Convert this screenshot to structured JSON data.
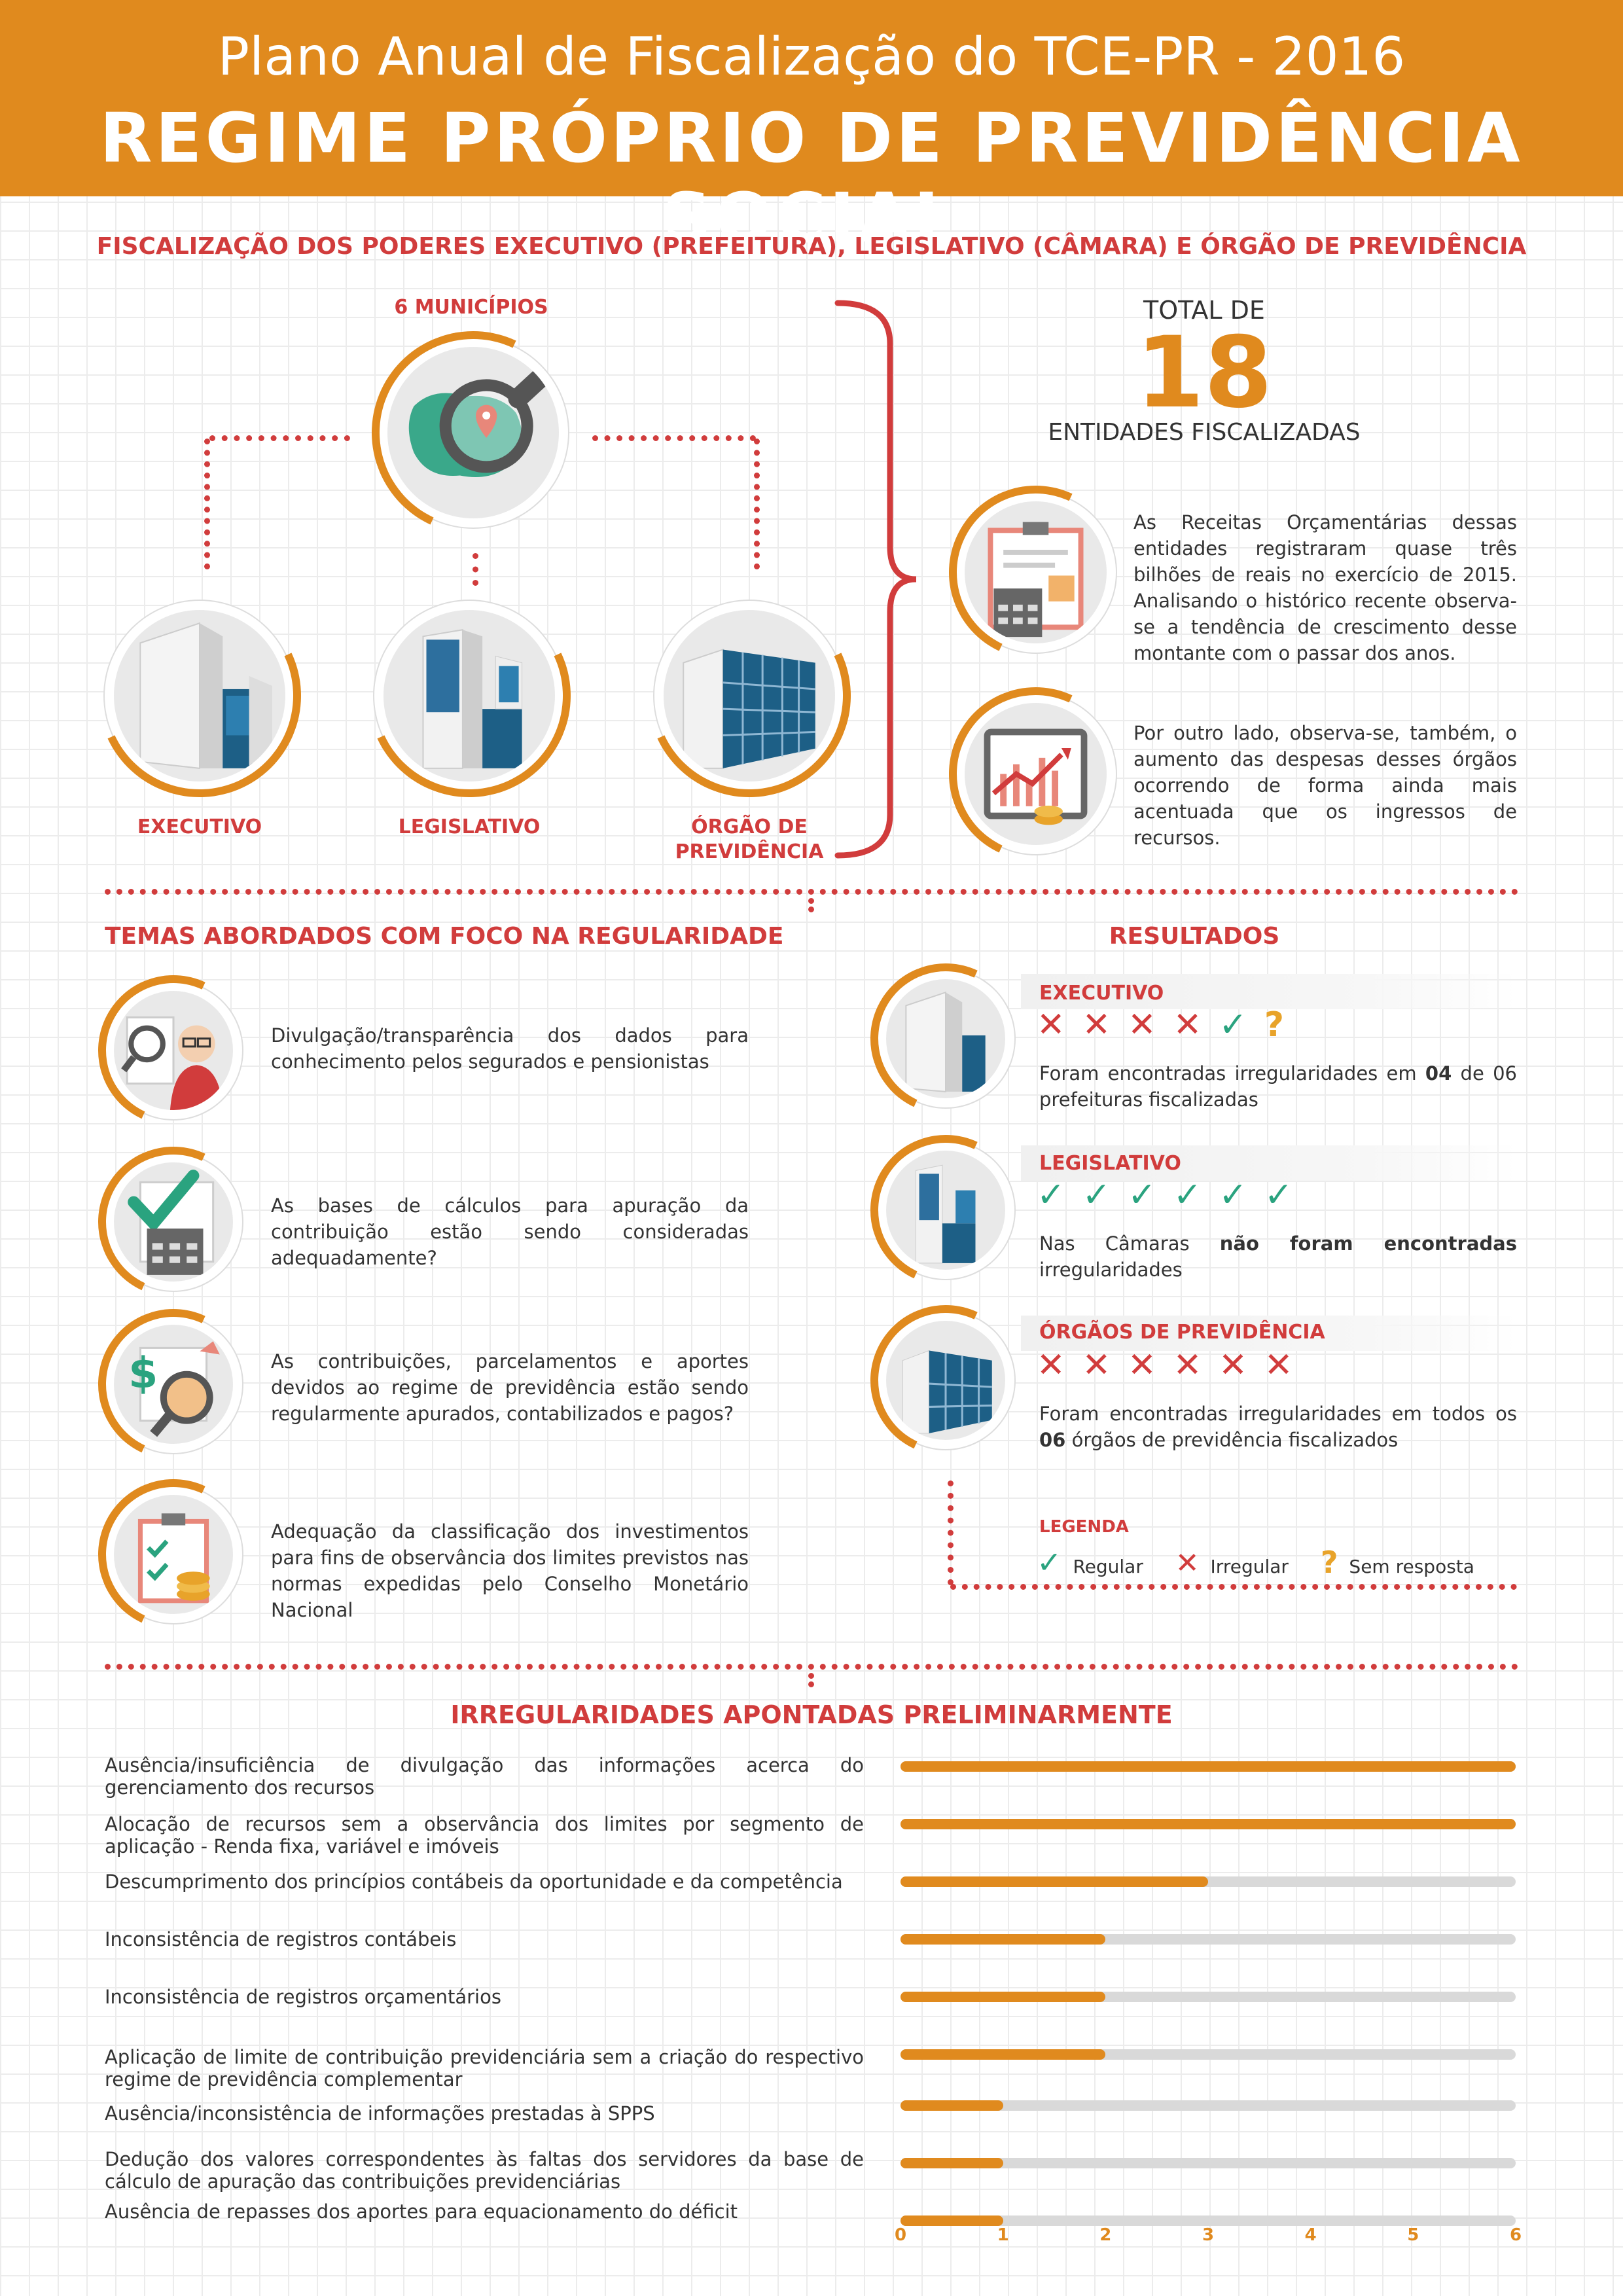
{
  "header": {
    "subtitle": "Plano Anual de Fiscalização do TCE-PR - 2016",
    "title": "REGIME PRÓPRIO DE PREVIDÊNCIA SOCIAL"
  },
  "fiscalizacao": {
    "title": "FISCALIZAÇÃO DOS PODERES EXECUTIVO (PREFEITURA), LEGISLATIVO (CÂMARA) E ÓRGÃO DE PREVIDÊNCIA",
    "municipios": "6 MUNICÍPIOS",
    "executivo": "EXECUTIVO",
    "legislativo": "LEGISLATIVO",
    "orgao_l1": "ÓRGÃO DE",
    "orgao_l2": "PREVIDÊNCIA",
    "total_label": "TOTAL DE",
    "total_value": "18",
    "total_caption": "ENTIDADES FISCALIZADAS",
    "text_receitas": "As Receitas Orçamentárias dessas entidades registraram quase três bilhões de reais no exercício de 2015. Analisando o histórico recente observa-se a tendência de crescimento desse montante com o passar dos anos.",
    "text_despesas": "Por outro lado, observa-se, também, o aumento das despesas desses órgãos ocorrendo de forma ainda mais acentuada que os ingressos de recursos."
  },
  "temas": {
    "title": "TEMAS ABORDADOS COM FOCO NA REGULARIDADE",
    "items": [
      "Divulgação/transparência dos dados para conhecimento pelos segurados e pensionistas",
      "As bases de cálculos para apuração da contribuição estão sendo consideradas adequadamente?",
      "As contribuições, parcelamentos e aportes devidos ao regime de previdência estão sendo regularmente apurados, contabilizados e pagos?",
      "Adequação da classificação dos investimentos para fins de observância dos limites previstos nas normas expedidas pelo Conselho Monetário Nacional"
    ]
  },
  "resultados": {
    "title": "RESULTADOS",
    "executivo": {
      "title": "EXECUTIVO",
      "marks_x": "✕✕✕✕",
      "marks_v": "✓",
      "marks_q": "?",
      "text_pre": "Foram encontradas irregularidades em ",
      "text_bold": "04",
      "text_post": " de 06 prefeituras fiscalizadas"
    },
    "legislativo": {
      "title": "LEGISLATIVO",
      "marks_v": "✓✓✓✓✓✓",
      "text_pre": "Nas Câmaras ",
      "text_bold": "não foram encontradas",
      "text_post": " irregularidades"
    },
    "orgaos": {
      "title": "ÓRGÃOS DE PREVIDÊNCIA",
      "marks_x": "✕✕✕✕✕✕",
      "text_pre": "Foram encontradas irregularidades em todos os ",
      "text_bold": "06",
      "text_post": " órgãos de previdência fiscalizados"
    },
    "legenda": {
      "title": "LEGENDA",
      "regular": "Regular",
      "irregular": "Irregular",
      "sem_resposta": "Sem resposta",
      "sym_v": "✓",
      "sym_x": "✕",
      "sym_q": "?"
    }
  },
  "chart_data": {
    "type": "bar",
    "title": "IRREGULARIDADES APONTADAS PRELIMINARMENTE",
    "xlim": [
      0,
      6
    ],
    "ticks": [
      "0",
      "1",
      "2",
      "3",
      "4",
      "5",
      "6"
    ],
    "categories": [
      "Ausência/insuficiência de divulgação das informações acerca do gerenciamento dos recursos",
      "Alocação de recursos sem a observância dos limites por segmento de aplicação - Renda fixa, variável e imóveis",
      "Descumprimento dos princípios contábeis da oportunidade e da competência",
      "Inconsistência de registros contábeis",
      "Inconsistência de registros orçamentários",
      "Aplicação de limite de contribuição previdenciária sem a criação do respectivo regime de previdência complementar",
      "Ausência/inconsistência de informações prestadas à SPPS",
      "Dedução dos valores correspondentes às faltas dos servidores da base de cálculo de apuração das contribuições previdenciárias",
      "Ausência de repasses dos aportes para equacionamento do déficit"
    ],
    "values": [
      6,
      6,
      3,
      2,
      2,
      2,
      1,
      1,
      1
    ]
  },
  "colors": {
    "orange": "#e08a1e",
    "red": "#d13c3c",
    "green": "#2aa37f",
    "yellow": "#e8a32a"
  }
}
